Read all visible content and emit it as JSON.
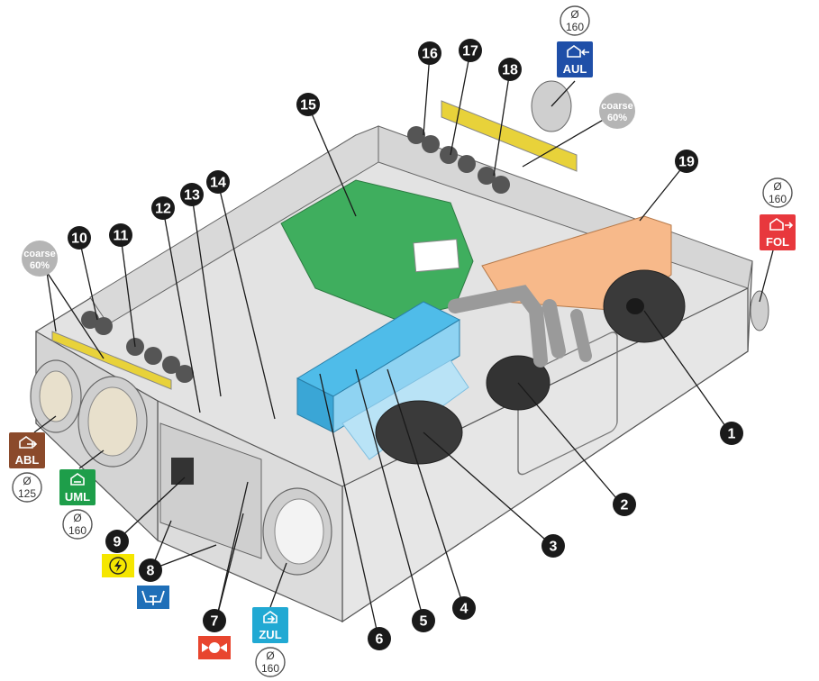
{
  "callouts": [
    "1",
    "2",
    "3",
    "4",
    "5",
    "6",
    "7",
    "8",
    "9",
    "10",
    "11",
    "12",
    "13",
    "14",
    "15",
    "16",
    "17",
    "18",
    "19"
  ],
  "ports": {
    "abl": {
      "label": "ABL",
      "diameter_symbol": "Ø",
      "diameter": "125",
      "color": "#8B4A2B",
      "icon": "house-exit-icon"
    },
    "uml": {
      "label": "UML",
      "diameter_symbol": "Ø",
      "diameter": "160",
      "color": "#1E9E4A",
      "icon": "house-recirculation-icon"
    },
    "aul": {
      "label": "AUL",
      "diameter_symbol": "Ø",
      "diameter": "160",
      "color": "#1F4FA8",
      "icon": "house-intake-icon"
    },
    "fol": {
      "label": "FOL",
      "diameter_symbol": "Ø",
      "diameter": "160",
      "color": "#E8383D",
      "icon": "house-exhaust-icon"
    },
    "zul": {
      "label": "ZUL",
      "diameter_symbol": "Ø",
      "diameter": "160",
      "color": "#21A9D3",
      "icon": "house-supply-icon"
    }
  },
  "filters": {
    "left": {
      "line1": "coarse",
      "line2": "60%"
    },
    "right": {
      "line1": "coarse",
      "line2": "60%"
    }
  },
  "symbols": {
    "electric": {
      "icon": "lightning-icon",
      "color": "#F5E600"
    },
    "condensate": {
      "icon": "condensate-drain-icon",
      "color": "#1F6FB8"
    },
    "valve": {
      "icon": "valve-icon",
      "color": "#E8452E"
    }
  },
  "component_colors": {
    "bypass_green": "#3FAE5E",
    "heat_exchanger_blue": "#8FD3F2",
    "duct_orange": "#F7B98A",
    "filter_yellow": "#E8D23A"
  }
}
